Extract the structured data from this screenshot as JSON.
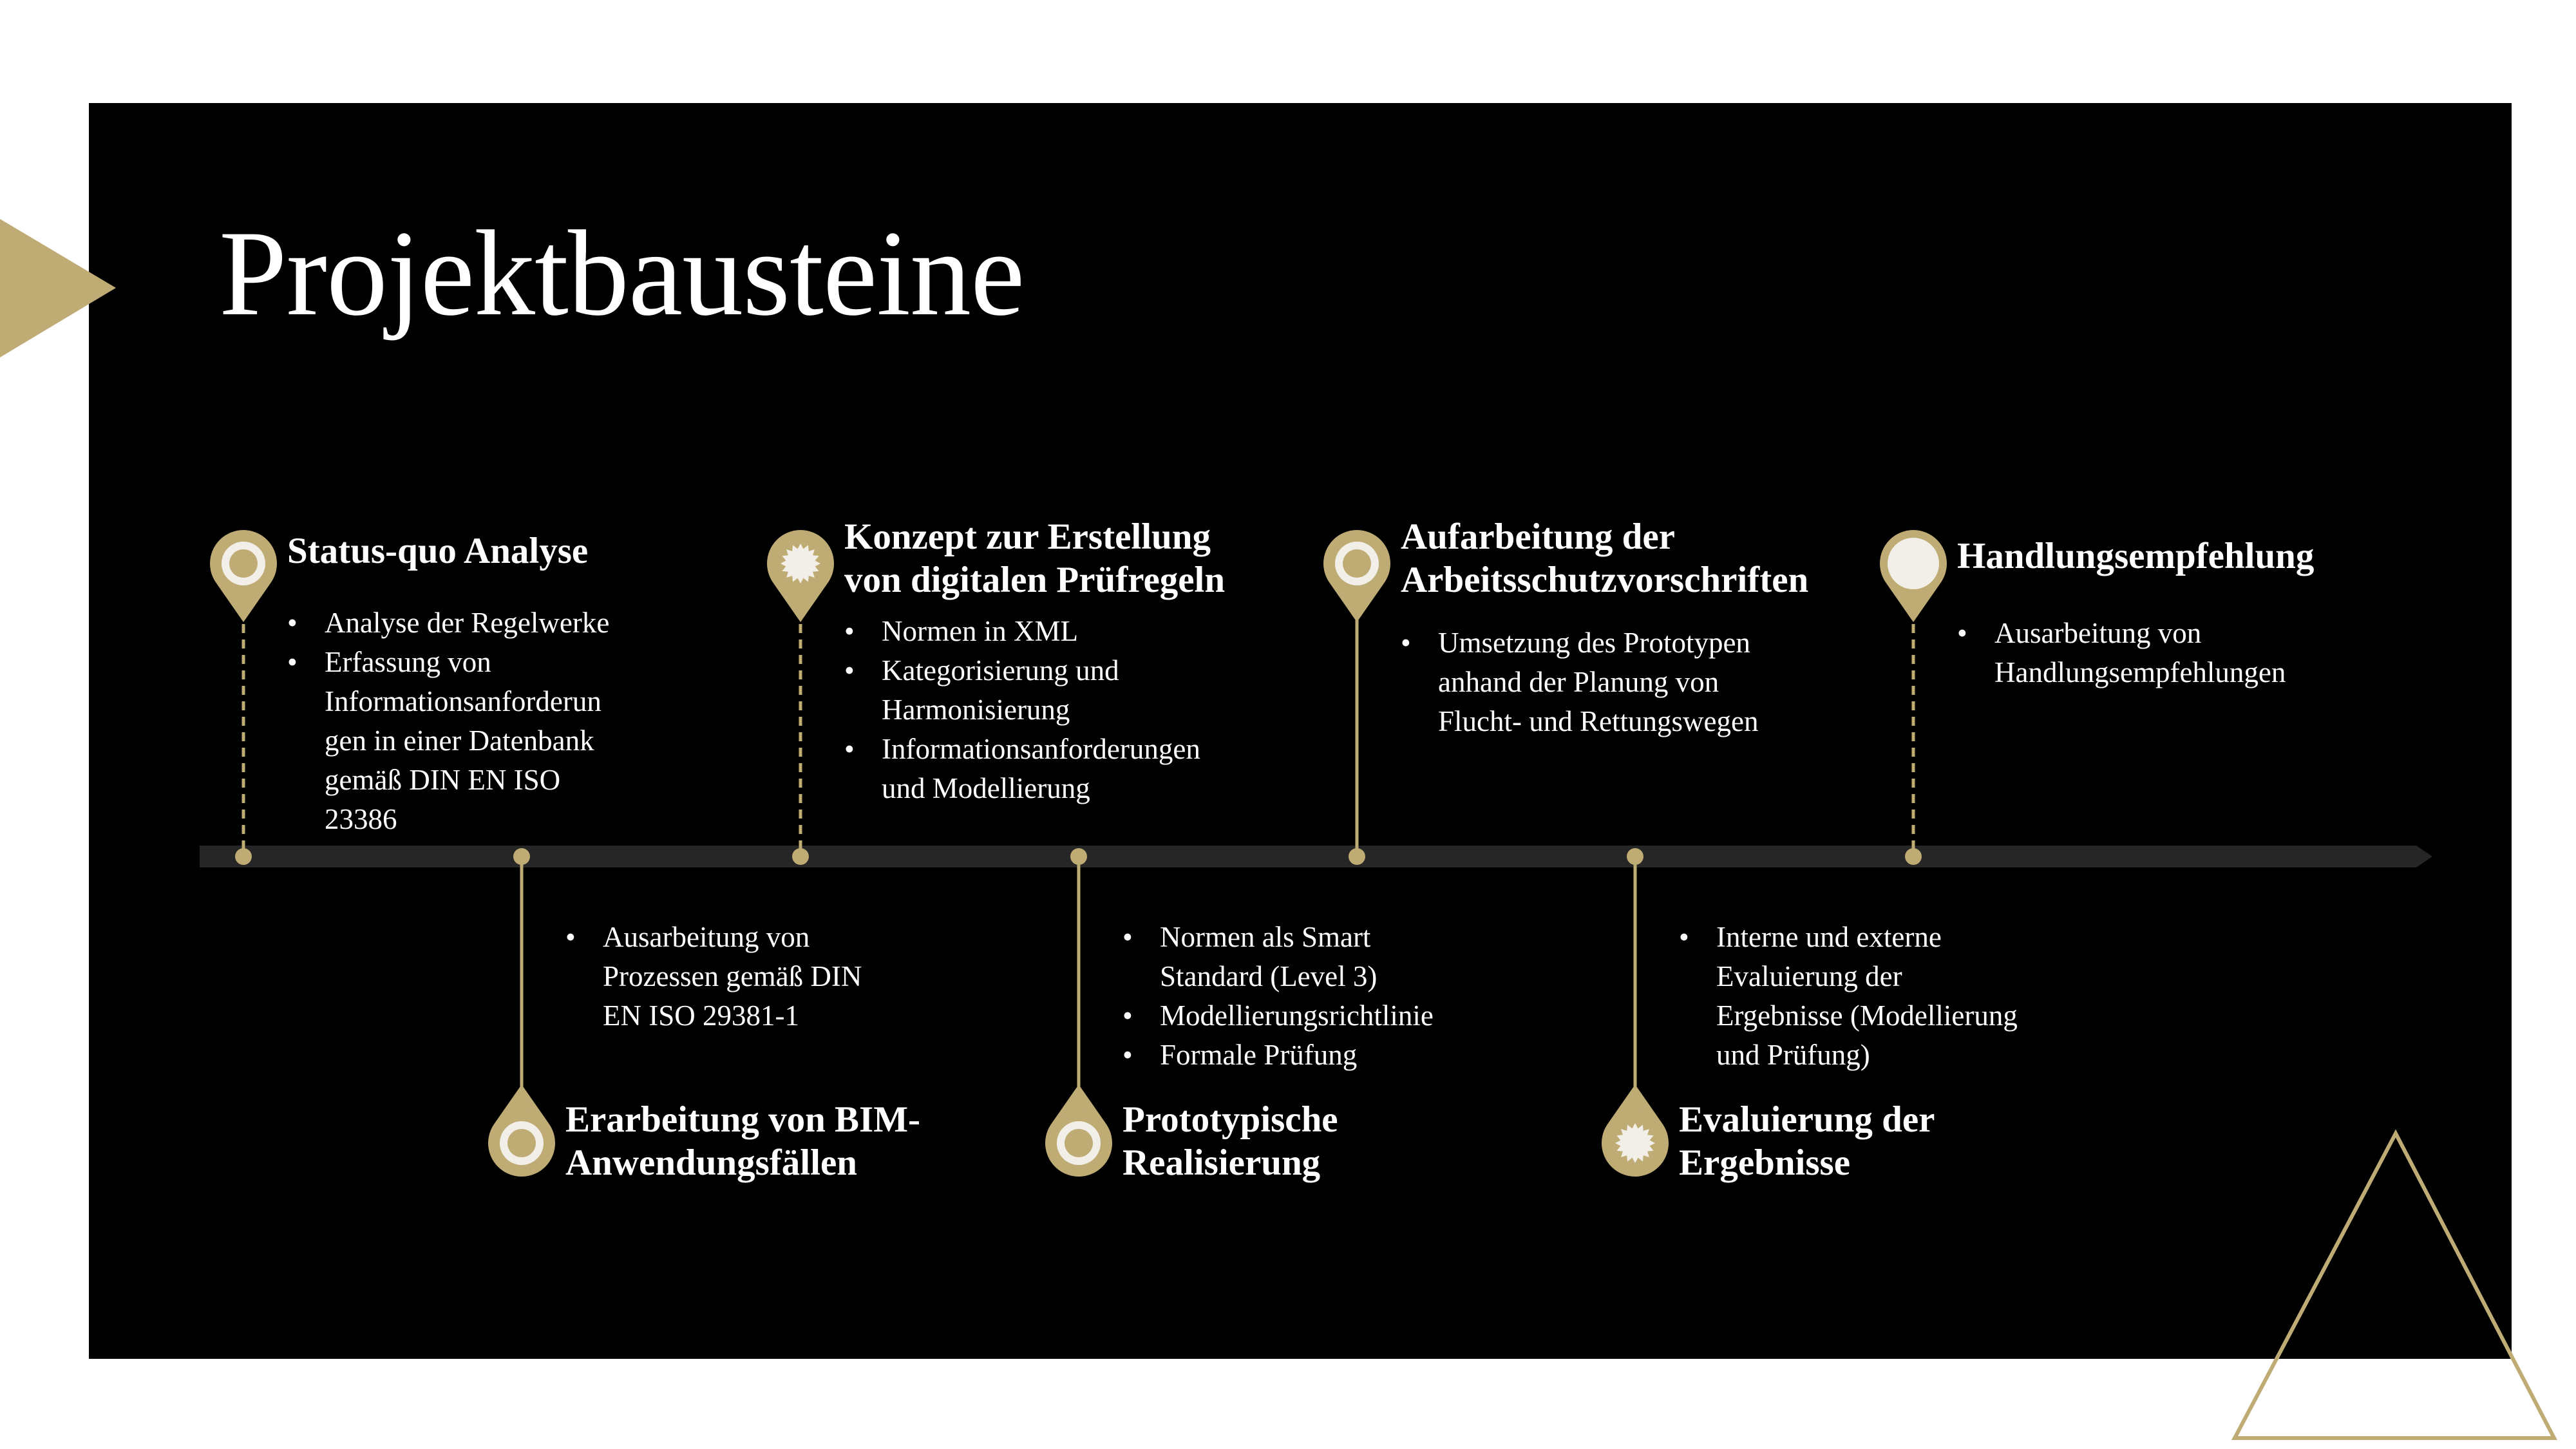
{
  "title": "Projektbausteine",
  "colors": {
    "accent": "#BFAB74",
    "panel": "#000000",
    "text": "#FFFFFF",
    "track": "#262626",
    "pin_inner": "#F2EFE8"
  },
  "milestones": [
    {
      "id": "status-quo",
      "position": "top",
      "icon": "ring-pin-icon",
      "title": [
        "Status-quo Analyse"
      ],
      "bullets": [
        [
          "Analyse der Regelwerke"
        ],
        [
          "Erfassung von",
          "Informationsanforderun",
          "gen in einer Datenbank",
          "gemäß DIN EN ISO",
          "23386"
        ]
      ]
    },
    {
      "id": "bim-anwendungsfaelle",
      "position": "bottom",
      "icon": "ring-pin-icon",
      "title": [
        "Erarbeitung von BIM-",
        "Anwendungsfällen"
      ],
      "bullets": [
        [
          "Ausarbeitung von",
          "Prozessen gemäß DIN",
          "EN ISO 29381-1"
        ]
      ]
    },
    {
      "id": "pruefregeln",
      "position": "top",
      "icon": "sunburst-pin-icon",
      "title": [
        "Konzept zur Erstellung",
        "von digitalen Prüfregeln"
      ],
      "bullets": [
        [
          "Normen in XML"
        ],
        [
          "Kategorisierung und",
          "Harmonisierung"
        ],
        [
          "Informationsanforderungen",
          "und Modellierung"
        ]
      ]
    },
    {
      "id": "prototyp",
      "position": "bottom",
      "icon": "ring-pin-icon",
      "title": [
        "Prototypische",
        "Realisierung"
      ],
      "bullets": [
        [
          "Normen als Smart",
          "Standard (Level 3)"
        ],
        [
          "Modellierungsrichtlinie"
        ],
        [
          "Formale Prüfung"
        ]
      ]
    },
    {
      "id": "arbeitsschutz",
      "position": "top",
      "icon": "ring-pin-icon",
      "title": [
        "Aufarbeitung der",
        "Arbeitsschutzvorschriften"
      ],
      "bullets": [
        [
          "Umsetzung des Prototypen",
          "anhand der Planung von",
          "Flucht- und Rettungswegen"
        ]
      ]
    },
    {
      "id": "evaluierung",
      "position": "bottom",
      "icon": "sunburst-pin-icon",
      "title": [
        "Evaluierung der",
        "Ergebnisse"
      ],
      "bullets": [
        [
          "Interne und externe",
          "Evaluierung der",
          "Ergebnisse (Modellierung",
          "und Prüfung)"
        ]
      ]
    },
    {
      "id": "handlungsempfehlung",
      "position": "top",
      "icon": "filled-circle-pin-icon",
      "title": [
        "Handlungsempfehlung"
      ],
      "bullets": [
        [
          "Ausarbeitung von",
          "Handlungsempfehlungen"
        ]
      ]
    }
  ]
}
